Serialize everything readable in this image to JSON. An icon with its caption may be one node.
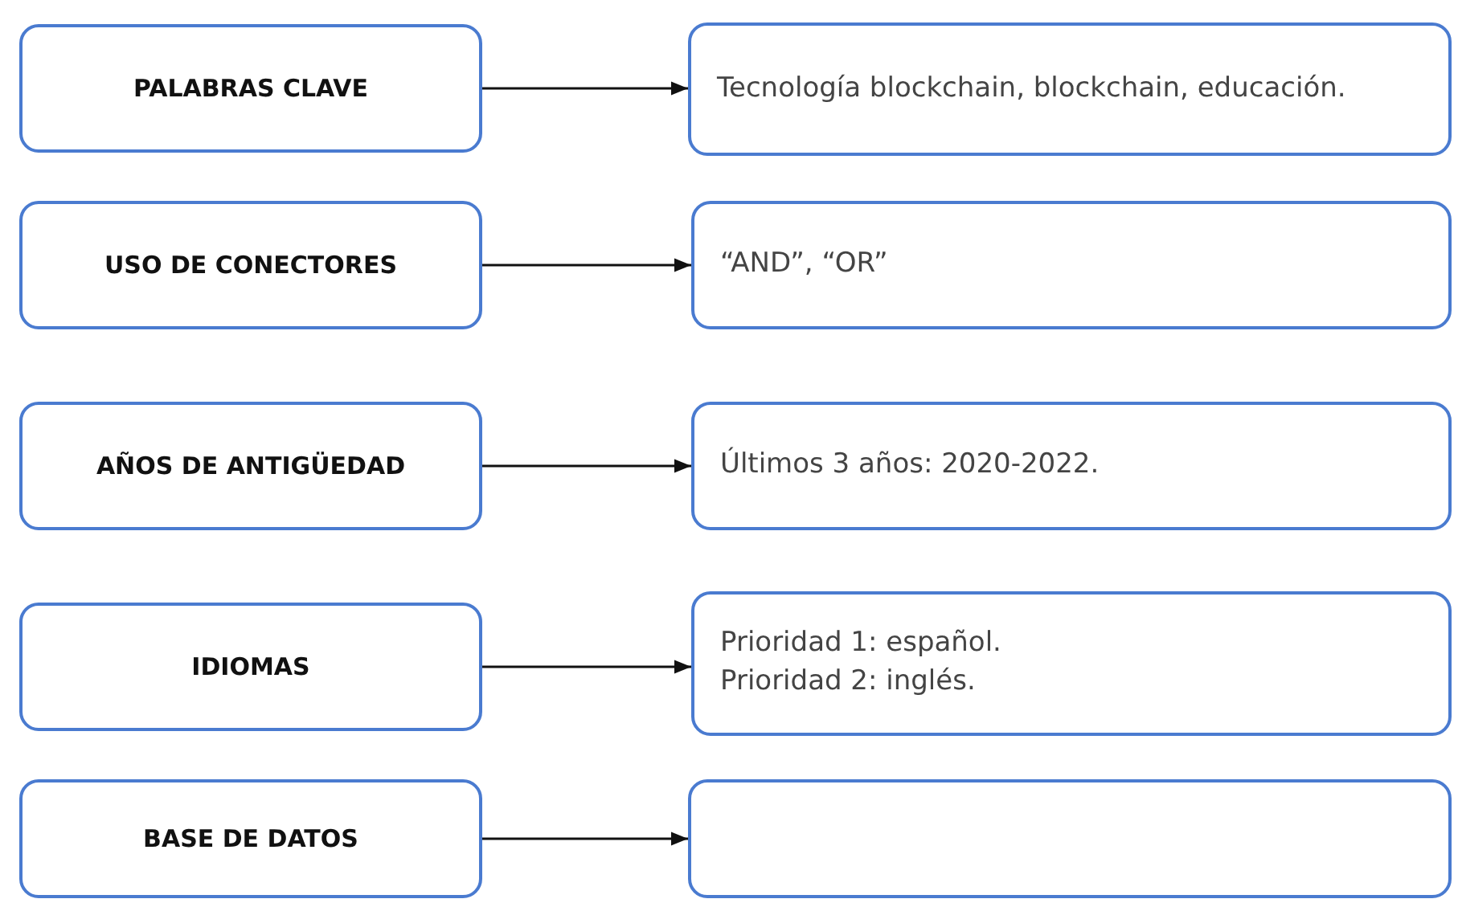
{
  "diagram": {
    "nodes": [
      {
        "text": [
          "PALABRAS CLAVE"
        ]
      },
      {
        "text": [
          "Tecnología blockchain, blockchain, educación."
        ]
      },
      {
        "text": [
          "USO DE CONECTORES"
        ]
      },
      {
        "text": [
          "“AND”, “OR”"
        ]
      },
      {
        "text": [
          "AÑOS DE ANTIGÜEDAD"
        ]
      },
      {
        "text": [
          "Últimos 3 años: 2020-2022."
        ]
      },
      {
        "text": [
          "IDIOMAS"
        ]
      },
      {
        "text": [
          "Prioridad 1: español.",
          "Prioridad 2: inglés."
        ]
      },
      {
        "text": [
          "BASE DE DATOS"
        ]
      },
      {
        "text": [],
        "shape": "box"
      }
    ],
    "edges": [
      {
        "from": 0,
        "to": 1,
        "arrow": "to"
      },
      {
        "from": 2,
        "to": 3,
        "arrow": "to"
      },
      {
        "from": 4,
        "to": 5,
        "arrow": "to"
      },
      {
        "from": 6,
        "to": 7,
        "arrow": "to"
      },
      {
        "from": 8,
        "to": 9,
        "arrow": "to"
      }
    ]
  }
}
